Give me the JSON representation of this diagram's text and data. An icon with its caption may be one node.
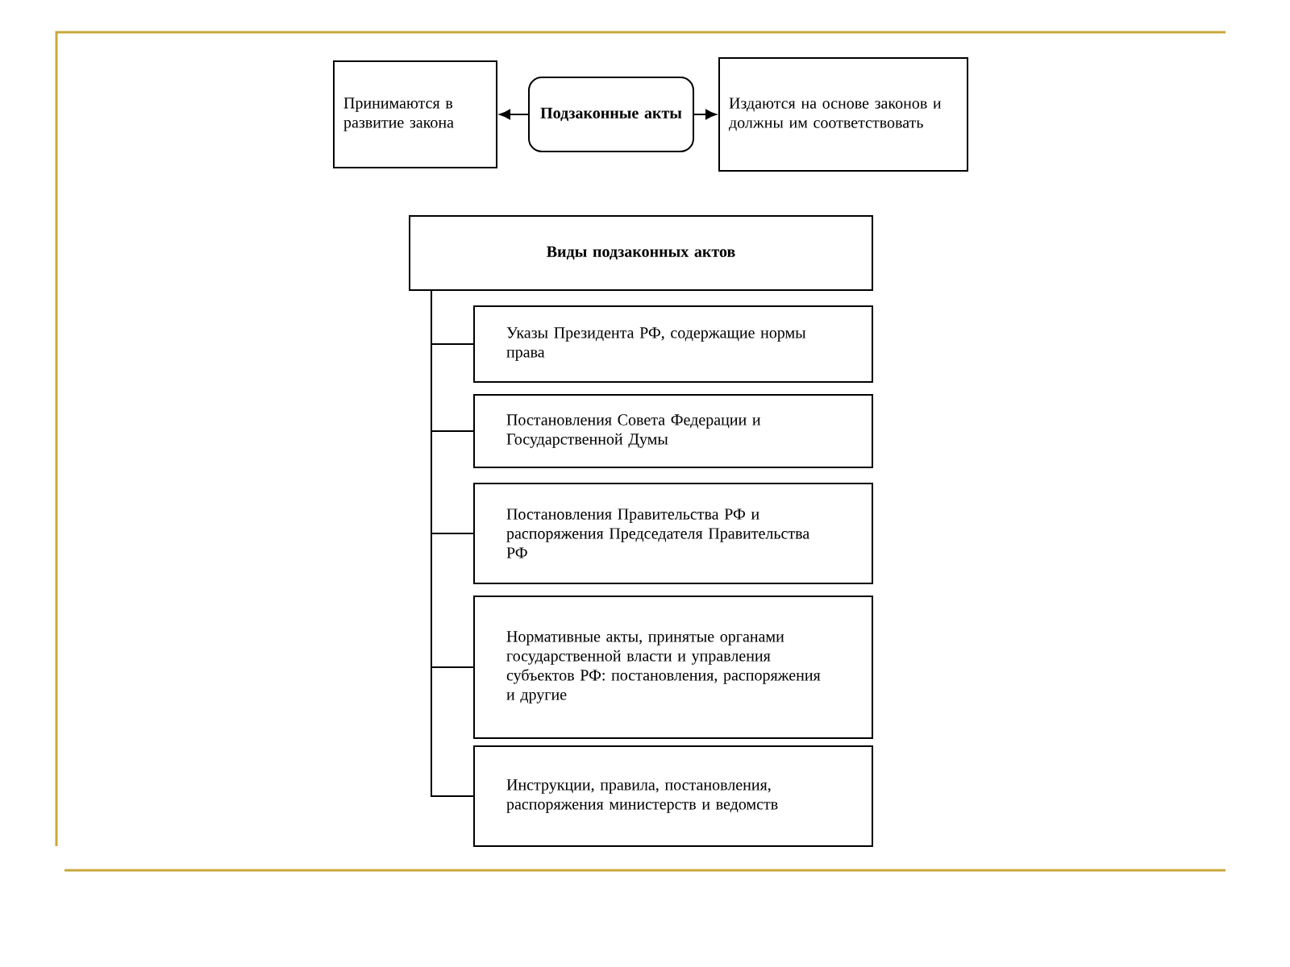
{
  "diagram": {
    "nodes": [
      {
        "text": [
          "Принимаются в развитие закона"
        ]
      },
      {
        "text": [
          "Подзаконные акты"
        ]
      },
      {
        "text": [
          "Издаются на основе законов и должны им соответствовать"
        ]
      },
      {
        "text": [
          "Виды подзаконных актов"
        ]
      },
      {
        "text": [
          "Указы Президента РФ, содержащие нормы права"
        ]
      },
      {
        "text": [
          "Постановления Совета Федерации и Государственной Думы"
        ]
      },
      {
        "text": [
          "Постановления Правительства РФ и распоряжения Председателя Правительства РФ"
        ]
      },
      {
        "text": [
          "Нормативные акты, принятые органами государственной власти и управления субъектов РФ: постановления, распоряжения и другие"
        ]
      },
      {
        "text": [
          "Инструкции, правила, постановления, распоряжения министерств и ведомств"
        ]
      }
    ],
    "edges": [
      {
        "from": 1,
        "to": 0,
        "arrow": "to"
      },
      {
        "from": 1,
        "to": 2,
        "arrow": "to"
      },
      {
        "from": 3,
        "to": 4,
        "arrow": "none"
      },
      {
        "from": 3,
        "to": 5,
        "arrow": "none"
      },
      {
        "from": 3,
        "to": 6,
        "arrow": "none"
      },
      {
        "from": 3,
        "to": 7,
        "arrow": "none"
      },
      {
        "from": 3,
        "to": 8,
        "arrow": "none"
      }
    ]
  }
}
